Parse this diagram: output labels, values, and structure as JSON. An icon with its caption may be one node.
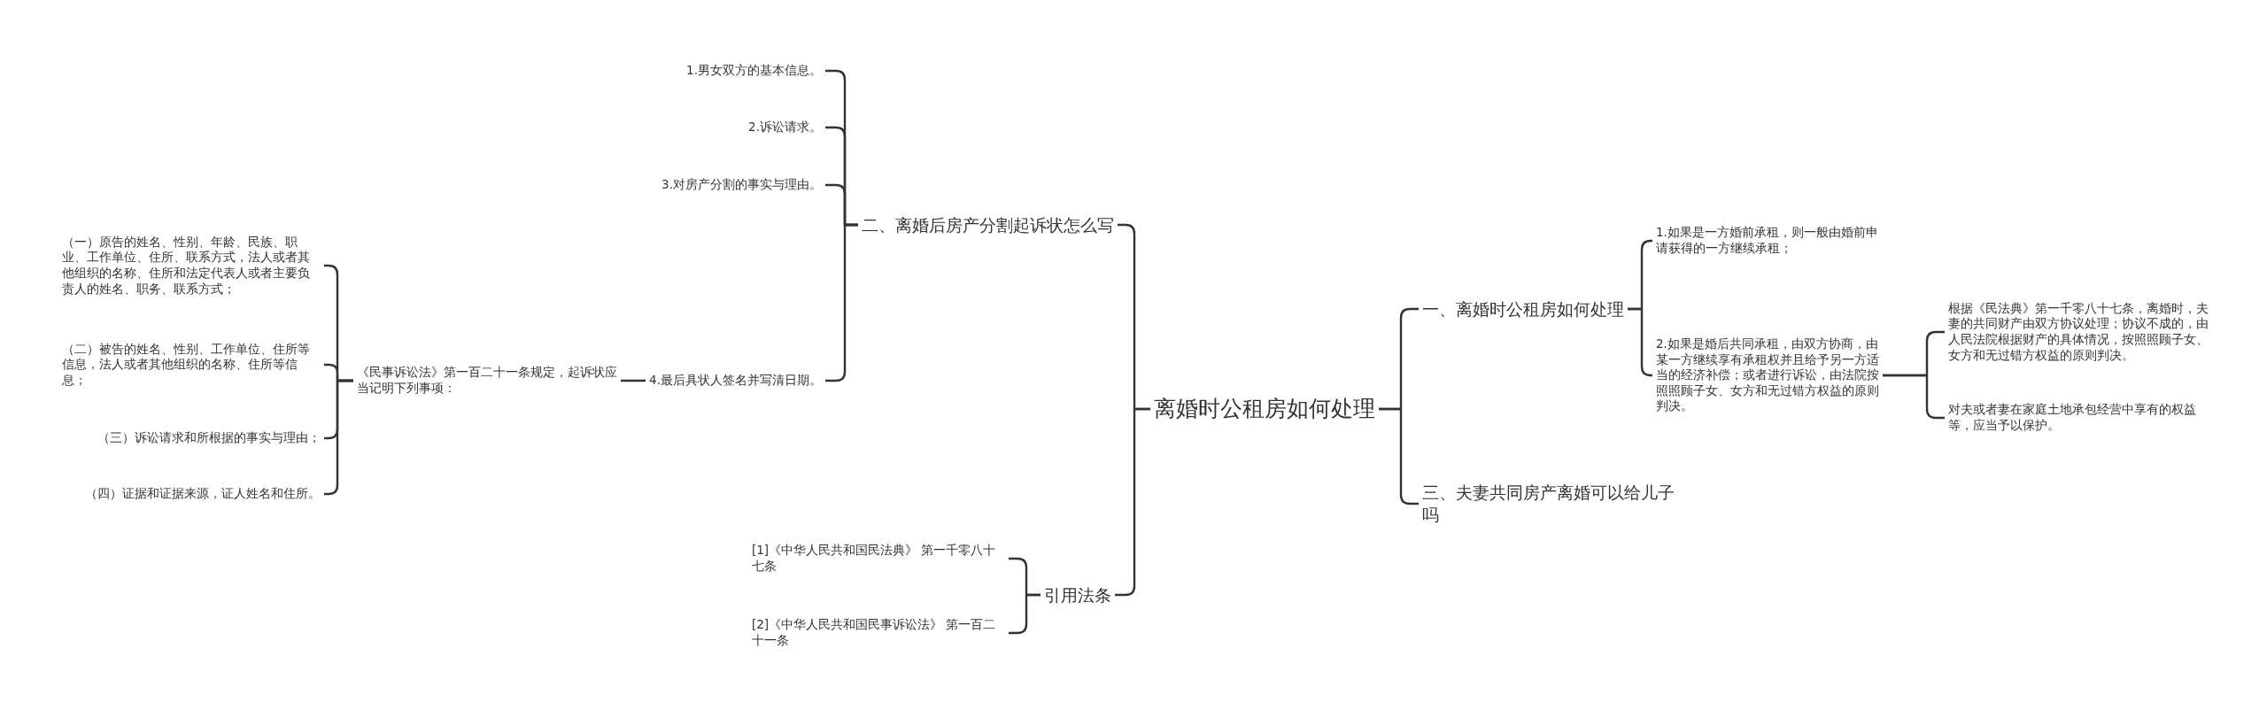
{
  "diagram": {
    "nodes": [
      {
        "text": [
          "离婚时公租房如何处理"
        ]
      },
      {
        "text": [
          "一、离婚时公租房如何处理"
        ]
      },
      {
        "text": [
          "1.如果是一方婚前承租，则一般由婚前申请获得的一方继续承租；"
        ]
      },
      {
        "text": [
          "2.如果是婚后共同承租，由双方协商，由某一方继续享有承租权并且给予另一方适当的经济补偿；或者进行诉讼，由法院按照照顾子女、女方和无过错方权益的原则判决。"
        ]
      },
      {
        "text": [
          "根据《民法典》第一千零八十七条，离婚时，夫妻的共同财产由双方协议处理；协议不成的，由人民法院根据财产的具体情况，按照照顾子女、女方和无过错方权益的原则判决。"
        ]
      },
      {
        "text": [
          "对夫或者妻在家庭土地承包经营中享有的权益等，应当予以保护。"
        ]
      },
      {
        "text": [
          "三、夫妻共同房产离婚可以给儿子吗"
        ]
      },
      {
        "text": [
          "二、离婚后房产分割起诉状怎么写"
        ]
      },
      {
        "text": [
          "1.男女双方的基本信息。"
        ]
      },
      {
        "text": [
          "2.诉讼请求。"
        ]
      },
      {
        "text": [
          "3.对房产分割的事实与理由。"
        ]
      },
      {
        "text": [
          "4.最后具状人签名并写清日期。"
        ]
      },
      {
        "text": [
          "《民事诉讼法》第一百二十一条规定，起诉状应当记明下列事项："
        ]
      },
      {
        "text": [
          "（一）原告的姓名、性别、年龄、民族、职业、工作单位、住所、联系方式，法人或者其他组织的名称、住所和法定代表人或者主要负责人的姓名、职务、联系方式；"
        ]
      },
      {
        "text": [
          "（二）被告的姓名、性别、工作单位、住所等信息，法人或者其他组织的名称、住所等信息；"
        ]
      },
      {
        "text": [
          "（三）诉讼请求和所根据的事实与理由；"
        ]
      },
      {
        "text": [
          "（四）证据和证据来源，证人姓名和住所。"
        ]
      },
      {
        "text": [
          "引用法条"
        ]
      },
      {
        "text": [
          "[1]《中华人民共和国民法典》 第一千零八十七条"
        ]
      },
      {
        "text": [
          "[2]《中华人民共和国民事诉讼法》 第一百二十一条"
        ]
      }
    ],
    "edges": [
      {
        "from": 0,
        "to": 1,
        "arrow": "none"
      },
      {
        "from": 0,
        "to": 6,
        "arrow": "none"
      },
      {
        "from": 0,
        "to": 7,
        "arrow": "none"
      },
      {
        "from": 0,
        "to": 17,
        "arrow": "none"
      },
      {
        "from": 1,
        "to": 2,
        "arrow": "none"
      },
      {
        "from": 1,
        "to": 3,
        "arrow": "none"
      },
      {
        "from": 3,
        "to": 4,
        "arrow": "none"
      },
      {
        "from": 3,
        "to": 5,
        "arrow": "none"
      },
      {
        "from": 7,
        "to": 8,
        "arrow": "none"
      },
      {
        "from": 7,
        "to": 9,
        "arrow": "none"
      },
      {
        "from": 7,
        "to": 10,
        "arrow": "none"
      },
      {
        "from": 7,
        "to": 11,
        "arrow": "none"
      },
      {
        "from": 11,
        "to": 12,
        "arrow": "none"
      },
      {
        "from": 12,
        "to": 13,
        "arrow": "none"
      },
      {
        "from": 12,
        "to": 14,
        "arrow": "none"
      },
      {
        "from": 12,
        "to": 15,
        "arrow": "none"
      },
      {
        "from": 12,
        "to": 16,
        "arrow": "none"
      },
      {
        "from": 17,
        "to": 18,
        "arrow": "none"
      },
      {
        "from": 17,
        "to": 19,
        "arrow": "none"
      }
    ]
  }
}
